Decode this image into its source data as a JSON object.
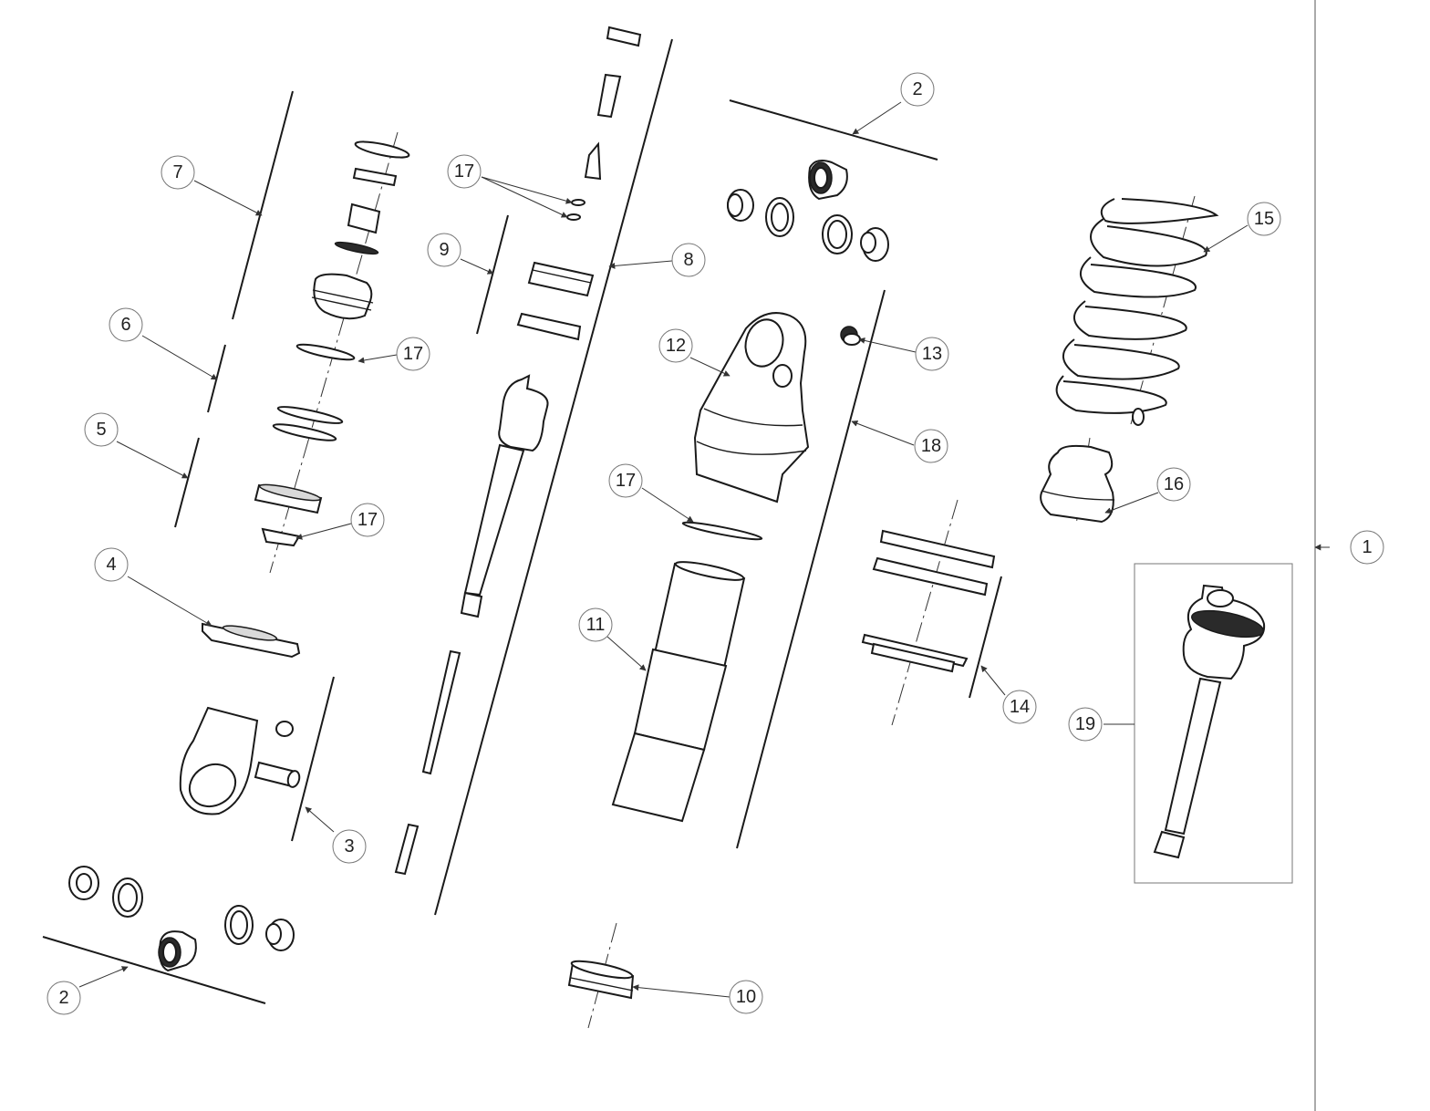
{
  "callouts": {
    "c1": "1",
    "c2a": "2",
    "c2b": "2",
    "c3": "3",
    "c4": "4",
    "c5": "5",
    "c6": "6",
    "c7": "7",
    "c8": "8",
    "c9": "9",
    "c10": "10",
    "c11": "11",
    "c12": "12",
    "c13": "13",
    "c14": "14",
    "c15": "15",
    "c16": "16",
    "c17a": "17",
    "c17b": "17",
    "c17c": "17",
    "c17d": "17",
    "c18": "18",
    "c19": "19"
  },
  "colors": {
    "line": "#1a1a1a",
    "callout_border": "#777777",
    "background": "#ffffff"
  }
}
